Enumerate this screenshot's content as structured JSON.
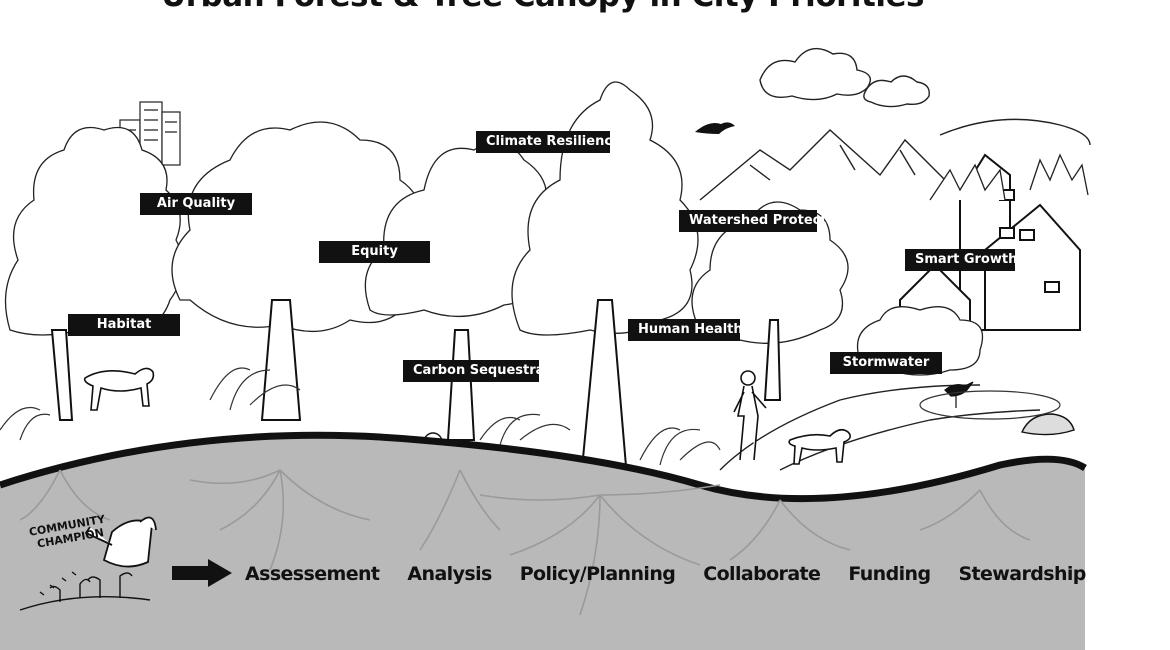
{
  "title": "Urban Forest & Tree Canopy in City Priorities",
  "priority_labels": [
    "Air Quality",
    "Climate Resilience",
    "Watershed Protection",
    "Equity",
    "Smart Growth",
    "Habitat",
    "Human Health",
    "Carbon Sequestration",
    "Stormwater"
  ],
  "champion": {
    "line1": "COMMUNITY",
    "line2": "CHAMPION"
  },
  "process_steps": [
    "Assessement",
    "Analysis",
    "Policy/Planning",
    "Collaborate",
    "Funding",
    "Stewardship"
  ],
  "colors": {
    "ink": "#111111",
    "ground": "#b9b9b9",
    "label_bg": "#111111",
    "label_text": "#ffffff"
  }
}
